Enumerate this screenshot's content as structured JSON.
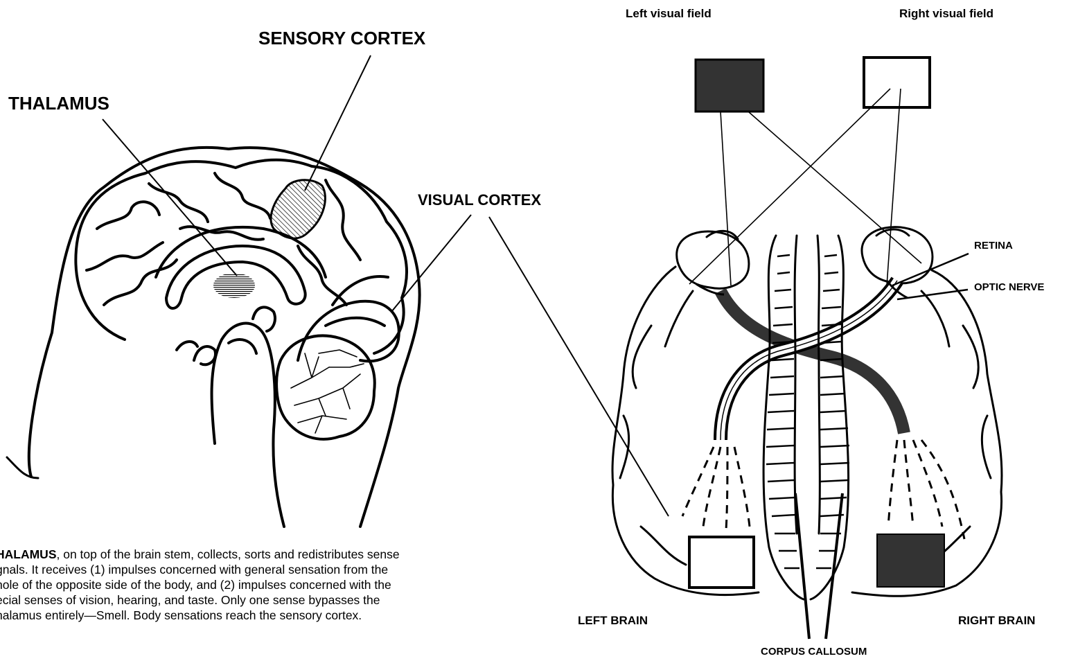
{
  "left_panel": {
    "labels": {
      "sensory_cortex": "SENSORY CORTEX",
      "thalamus": "THALAMUS",
      "visual_cortex": "VISUAL CORTEX"
    },
    "caption": {
      "lead": "HALAMUS",
      "line1_rest": ", on top of the brain stem, collects, sorts and redistributes sense",
      "line2": "gnals. It receives (1) impulses concerned with general sensation from the",
      "line3": "hole of the opposite side of the body, and (2) impulses concerned with the",
      "line4": "ecial senses of vision, hearing, and taste. Only one sense bypasses the",
      "line5": "halamus entirely—Smell. Body sensations reach the sensory cortex."
    }
  },
  "right_panel": {
    "labels": {
      "left_visual_field": "Left visual field",
      "right_visual_field": "Right visual field",
      "retina": "RETINA",
      "optic_nerve": "OPTIC NERVE",
      "left_brain": "LEFT BRAIN",
      "right_brain": "RIGHT BRAIN",
      "corpus_callosum": "CORPUS CALLOSUM"
    }
  },
  "colors": {
    "ink": "#000000",
    "filled_square": "#333333",
    "background": "#ffffff"
  }
}
